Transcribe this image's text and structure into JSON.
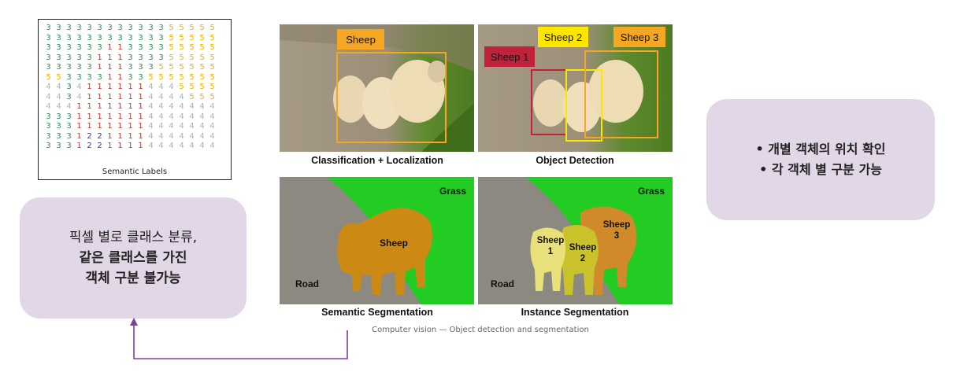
{
  "semantic_labels": {
    "rows": [
      "3 3 3 3 3 3 3 3 3 3 3 3 5 5 5 5 5",
      "3 3 3 3 3 3 3 3 3 3 3 3 5 5 5 5 5",
      "3 3 3 3 3 3 1 1 3 3 3 3 5 5 5 5 5",
      "3 3 3 3 3 1 1 1 3 3 3 3 5 5 5 5 5",
      "3 3 3 3 3 1 1 1 3 3 3 5 5 5 5 5 5",
      "5 5 3 3 3 3 1 1 3 3 5 5 5 5 5 5 5",
      "4 4 3 4 1 1 1 1 1 1 4 4 4 5 5 5 5",
      "4 4 3 4 1 1 1 1 1 1 4 4 4 4 5 5 5",
      "4 4 4 1 1 1 1 1 1 1 4 4 4 4 4 4 4",
      "3 3 3 1 1 1 1 1 1 1 4 4 4 4 4 4 4",
      "3 3 3 1 1 1 1 1 1 1 4 4 4 4 4 4 4",
      "3 3 3 1 2 2 1 1 1 1 4 4 4 4 4 4 4",
      "3 3 3 1 2 2 1 1 1 1 4 4 4 4 4 4 4"
    ],
    "caption": "Semantic Labels",
    "class_colors": {
      "1": "#c0392b",
      "2": "#3b2fa0",
      "3": "#2e8b57",
      "4": "#b0b0b0",
      "5": "#f0b400"
    }
  },
  "left_callout": {
    "line1": "픽셀 별로 클래스 분류,",
    "line2": "같은 클래스를 가진",
    "line3": "객체 구분 불가능"
  },
  "right_callout": {
    "bullet1": "•  개별 객체의 위치 확인",
    "bullet2": "•  각 객체 별 구분 가능"
  },
  "panels": {
    "classification": {
      "caption": "Classification + Localization",
      "box_label": "Sheep"
    },
    "detection": {
      "caption": "Object Detection",
      "box_labels": [
        "Sheep 1",
        "Sheep 2",
        "Sheep 3"
      ]
    },
    "semantic": {
      "caption": "Semantic Segmentation",
      "labels": {
        "grass": "Grass",
        "sheep": "Sheep",
        "road": "Road"
      }
    },
    "instance": {
      "caption": "Instance Segmentation",
      "labels": {
        "grass": "Grass",
        "road": "Road",
        "sheep1": "Sheep",
        "sheep1_num": "1",
        "sheep2": "Sheep",
        "sheep2_num": "2",
        "sheep3": "Sheep",
        "sheep3_num": "3"
      }
    }
  },
  "figure_caption": "Computer vision — Object detection and segmentation",
  "colors": {
    "callout_bg": "#e2d7e7",
    "arrow": "#7b3fa0",
    "grass": "#22cc22",
    "road": "#8c8a80",
    "sheep_semantic": "#cc8a14",
    "sheep_instance_1": "#e8e07a",
    "sheep_instance_2": "#c9c22a",
    "sheep_instance_3": "#d18a2a"
  }
}
